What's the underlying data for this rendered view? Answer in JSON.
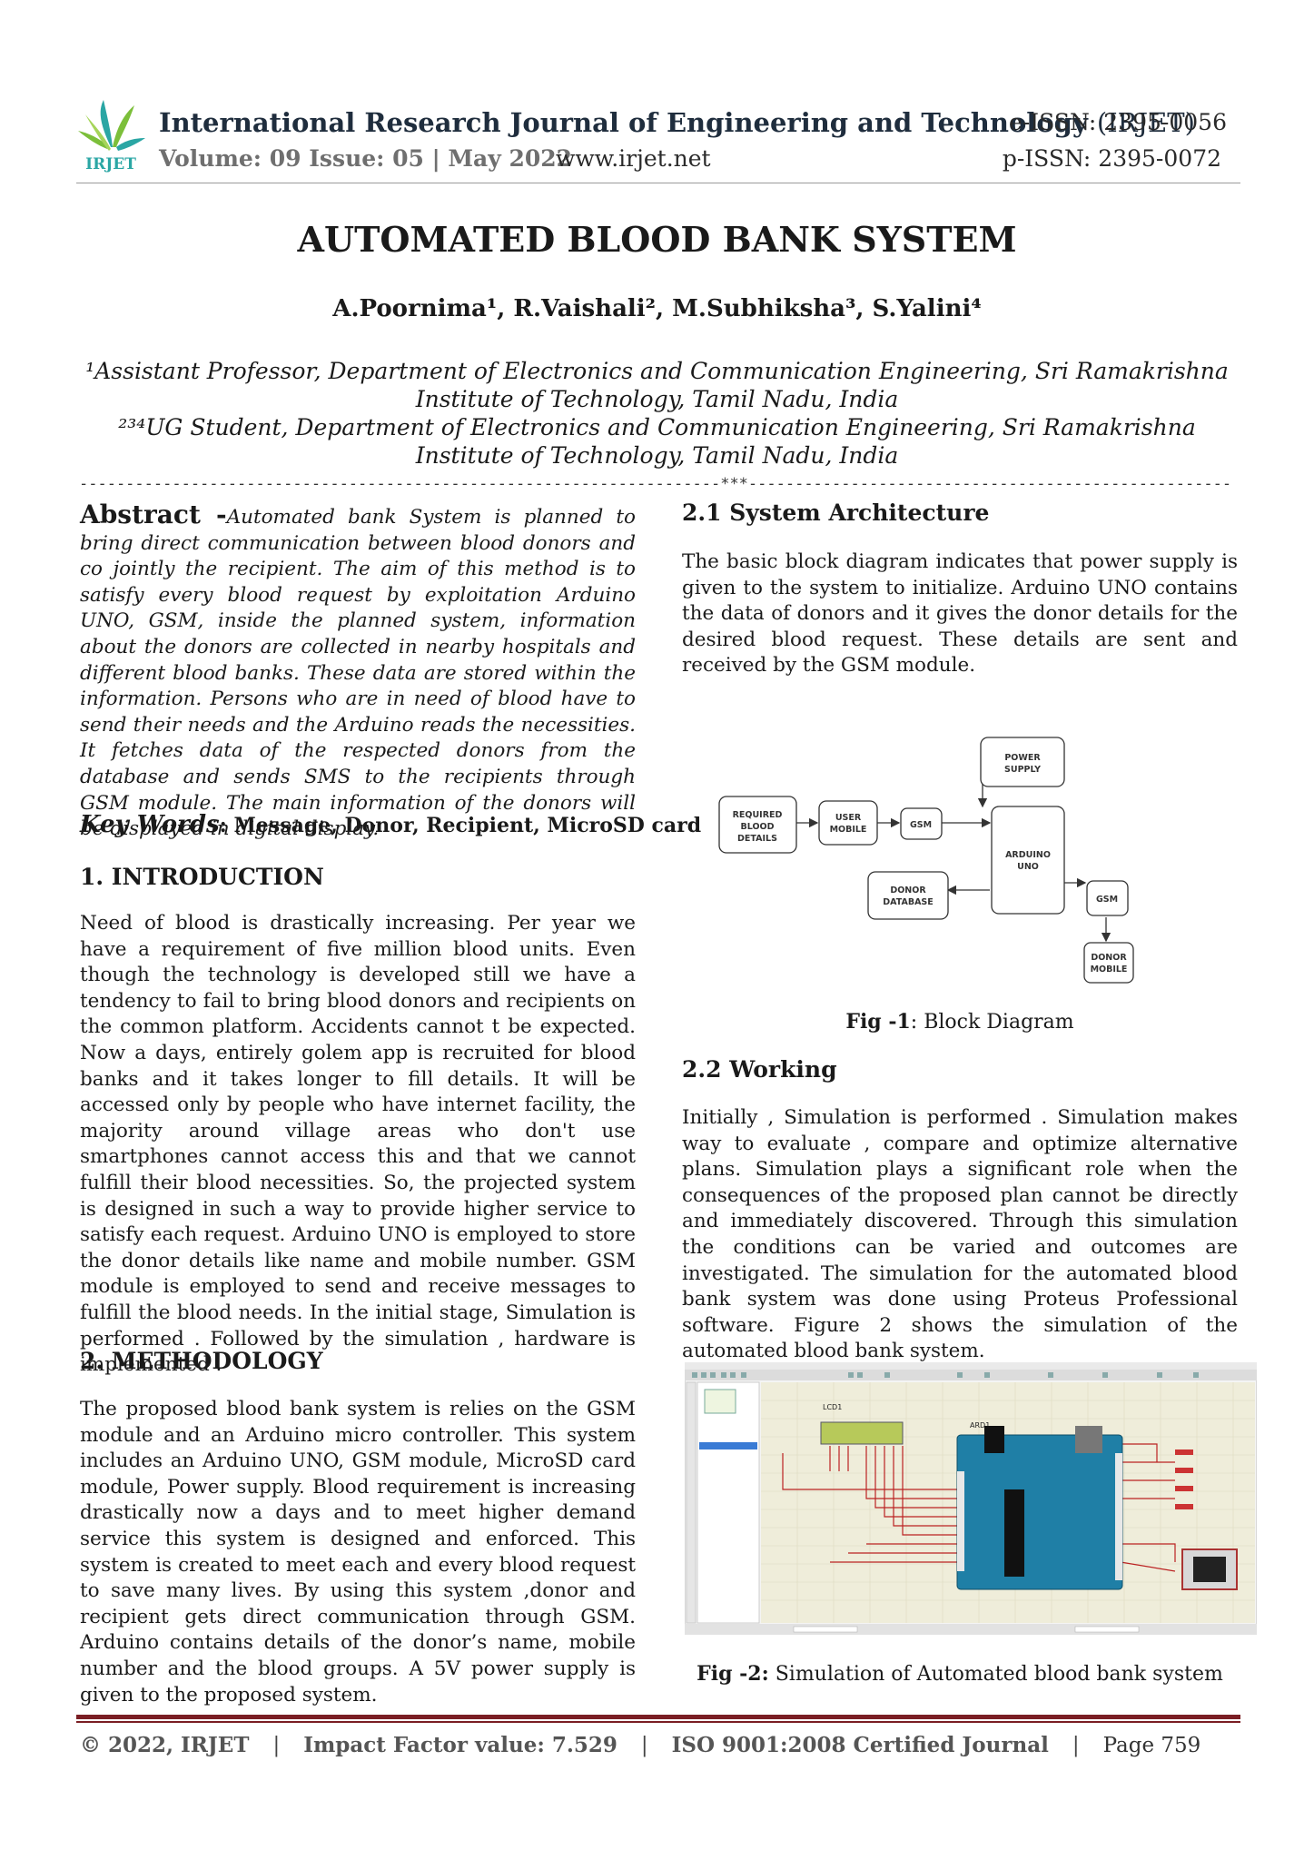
{
  "header": {
    "logo_text": "IRJET",
    "journal_title": "International Research Journal of Engineering and Technology",
    "journal_abbr": "(IRJET)",
    "volume": "Volume: 09 Issue: 05 | May 2022",
    "website": "www.irjet.net",
    "eissn": "e-ISSN: 2395-0056",
    "pissn": "p-ISSN: 2395-0072"
  },
  "paper": {
    "title": "AUTOMATED BLOOD BANK SYSTEM",
    "authors": "A.Poornima¹, R.Vaishali², M.Subhiksha³, S.Yalini⁴",
    "affiliation1": "¹Assistant Professor, Department of Electronics and Communication Engineering, Sri Ramakrishna Institute of Technology, Tamil Nadu, India",
    "affiliation2": "²³⁴UG Student, Department of Electronics and Communication Engineering, Sri Ramakrishna Institute of Technology, Tamil Nadu, India",
    "separator": "---------------------------------------------------------------------***---------------------------------------------------------------------"
  },
  "abstract": {
    "label": "Abstract -",
    "text": "Automated bank System is planned to bring direct communication between blood donors and co jointly the recipient. The aim of this method  is to satisfy every blood request by exploitation Arduino UNO, GSM, inside the planned system, information about the donors are collected in nearby hospitals and different blood banks. These data are stored within the information. Persons who are  in need of blood have to send their needs and the Arduino reads the necessities. It fetches data of the respected  donors from the database and sends SMS to the recipients through GSM module. The main information of the donors will be displayed in digital display."
  },
  "keywords": {
    "label": "Key Words",
    "text": ":  Message, Donor, Recipient, MicroSD card"
  },
  "sections": {
    "intro_heading": "1. INTRODUCTION",
    "intro_text": "Need of blood is drastically increasing. Per year we have a requirement of five million blood units. Even though the technology is developed still we have a tendency to fail to bring blood donors and recipients on the common platform. Accidents cannot t be expected. Now a days, entirely golem app is recruited for blood banks and it takes longer to fill details. It will be accessed only by people who have internet facility, the majority around village areas who don't use smartphones cannot access this and that we cannot fulfill their blood necessities. So, the projected system is designed in such a way to provide higher service to satisfy each request. Arduino UNO is employed to store the donor details like name and mobile number. GSM module is employed to send and receive messages to fulfill the blood needs. In the initial stage, Simulation is performed . Followed by the simulation , hardware  is implemented .",
    "method_heading": "2. METHODOLOGY",
    "method_text": "The proposed blood bank system is relies on the GSM module and an Arduino micro controller. This system includes an Arduino UNO, GSM module, MicroSD card module, Power supply. Blood requirement is increasing drastically now a days and to meet higher demand service this system is designed and enforced. This system is created to meet each and  every blood request to save many lives. By using this system ,donor and recipient gets direct communication through GSM. Arduino contains details of the donor’s name, mobile number and the blood groups. A 5V power supply is given to the proposed system.",
    "arch_heading": "2.1 System Architecture",
    "arch_text": "The basic block diagram indicates that power supply is given to the system to initialize. Arduino UNO contains the data  of donors and it gives the donor details for the desired blood request.  These details are sent and received by the GSM module.",
    "working_heading": "2.2 Working",
    "working_text": "Initially , Simulation is performed . Simulation makes way to evaluate  ,  compare  and  optimize  alternative  plans. Simulation plays a significant  role when the consequences of the  proposed  plan  cannot  be  directly  and  immediately discovered. Through this simulation the conditions can be varied and outcomes are  investigated. The simulation for the automated blood bank system was done using Proteus Professional software. Figure 2 shows the simulation of the automated blood bank system."
  },
  "figure1": {
    "caption_label": "Fig -1",
    "caption_text": ": Block Diagram",
    "blocks": {
      "power_supply": [
        "POWER",
        "SUPPLY"
      ],
      "required_blood": [
        "REQUIRED",
        "BLOOD",
        "DETAILS"
      ],
      "user_mobile": [
        "USER",
        "MOBILE"
      ],
      "gsm_in": [
        "GSM"
      ],
      "arduino": [
        "ARDUINO",
        "UNO"
      ],
      "donor_database": [
        "DONOR",
        "DATABASE"
      ],
      "gsm_out": [
        "GSM"
      ],
      "donor_mobile": [
        "DONOR",
        "MOBILE"
      ]
    }
  },
  "figure2": {
    "caption_label": "Fig -2:",
    "caption_text": " Simulation of Automated blood bank system",
    "lcd_label": "LCD1",
    "board_label": "ARD1"
  },
  "footer": {
    "copyright": "© 2022, IRJET",
    "impact": "Impact Factor value: 7.529",
    "iso": "ISO 9001:2008 Certified Journal",
    "page": "Page 759"
  },
  "colors": {
    "footer_rule": "#7a1e24",
    "logo_green": "#7cbf3a",
    "logo_teal": "#2aa6a4",
    "arduino_blue": "#1f7fa6"
  }
}
